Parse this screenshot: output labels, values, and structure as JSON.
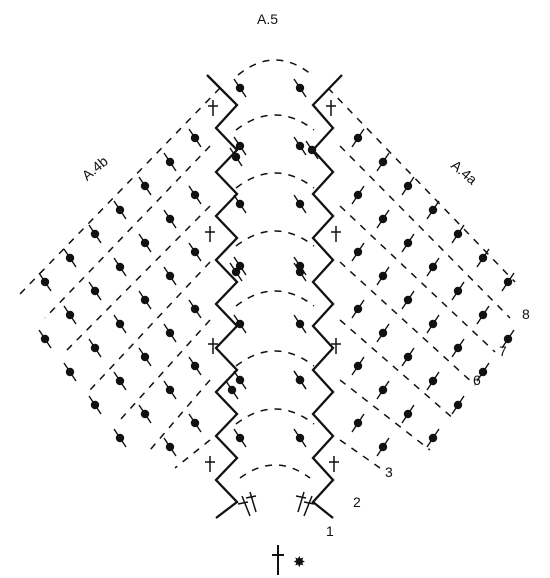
{
  "labels": {
    "center": "A.5",
    "left": "A.4b",
    "right": "A.4a"
  },
  "row_numbers": [
    "1",
    "2",
    "3",
    "6",
    "7",
    "8"
  ],
  "legend": {
    "symbols": [
      "treble-icon",
      "star-icon"
    ]
  }
}
